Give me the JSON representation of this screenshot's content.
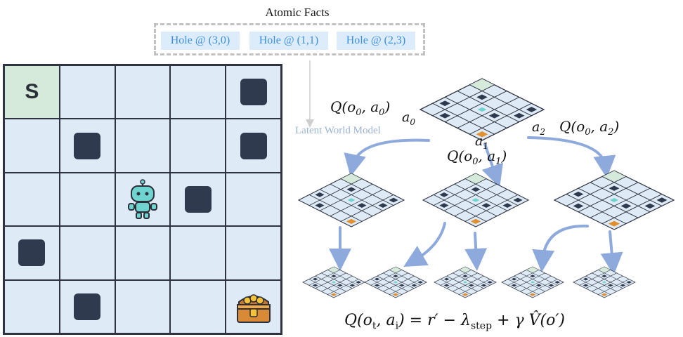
{
  "atomic_facts": {
    "title": "Atomic Facts",
    "facts": [
      "Hole @ (3,0)",
      "Hole @ (1,1)",
      "Hole @ (2,3)"
    ]
  },
  "grid": {
    "rows": 5,
    "cols": 5,
    "start_label": "S",
    "start_cell": [
      0,
      0
    ],
    "agent_cell": [
      2,
      2
    ],
    "goal_cell": [
      4,
      4
    ],
    "holes": [
      [
        0,
        4
      ],
      [
        1,
        1
      ],
      [
        1,
        4
      ],
      [
        2,
        3
      ],
      [
        3,
        0
      ],
      [
        4,
        1
      ]
    ],
    "colors": {
      "line": "#2f3341",
      "cell": "#deebf6",
      "start_cell": "#d6eadb",
      "hole": "#2f3a4e",
      "arrow": "#8eaadc",
      "fact_bg": "#dcecfb",
      "fact_text": "#3d8fe0"
    }
  },
  "tree": {
    "model_label": "Latent World Model",
    "q_labels": {
      "q0": "Q(o",
      "q0_sub_o": "0",
      "q0_a": ", a",
      "q0_sub_a": "0",
      "q1": "Q(o",
      "q1_sub_o": "0",
      "q1_a": ", a",
      "q1_sub_a": "1",
      "q2": "Q(o",
      "q2_sub_o": "0",
      "q2_a": ", a",
      "q2_sub_a": "2",
      "close": ")"
    },
    "actions": [
      {
        "base": "a",
        "sub": "0"
      },
      {
        "base": "a",
        "sub": "1"
      },
      {
        "base": "a",
        "sub": "2"
      }
    ]
  },
  "formula": {
    "lhs": "Q(o",
    "lhs_sub_t": "t",
    "lhs_mid": ", a",
    "lhs_sub_i": "i",
    "rhs": ") = r′ − λ",
    "rhs_sub": "step",
    "rhs_tail": " + γ V̂(o′)"
  }
}
